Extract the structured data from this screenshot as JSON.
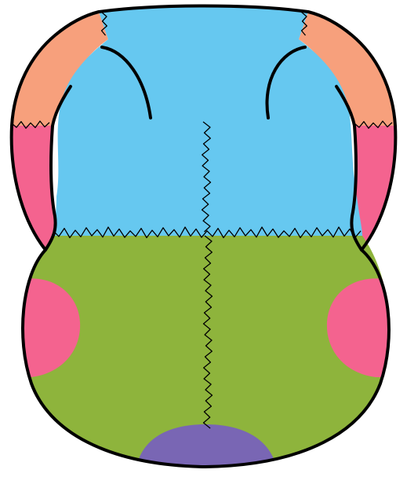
{
  "diagram": {
    "subject": "skull-top-view-colored-regions",
    "colors": {
      "outline": "#000000",
      "background": "#ffffff",
      "upper_region": "#66c8f0",
      "lower_region": "#8eb43c",
      "arch_upper": "#f7a07c",
      "arch_lower": "#f4638f",
      "side_patch": "#f4638f",
      "posterior_patch": "#7966b4"
    },
    "regions": [
      "upper-region",
      "lower-region",
      "left-arch-upper",
      "left-arch-lower",
      "right-arch-upper",
      "right-arch-lower",
      "left-side-patch",
      "right-side-patch",
      "posterior-patch"
    ],
    "sutures": [
      "transverse-suture",
      "upper-midline-suture",
      "lower-midline-suture",
      "left-ridge-line",
      "right-ridge-line"
    ]
  }
}
